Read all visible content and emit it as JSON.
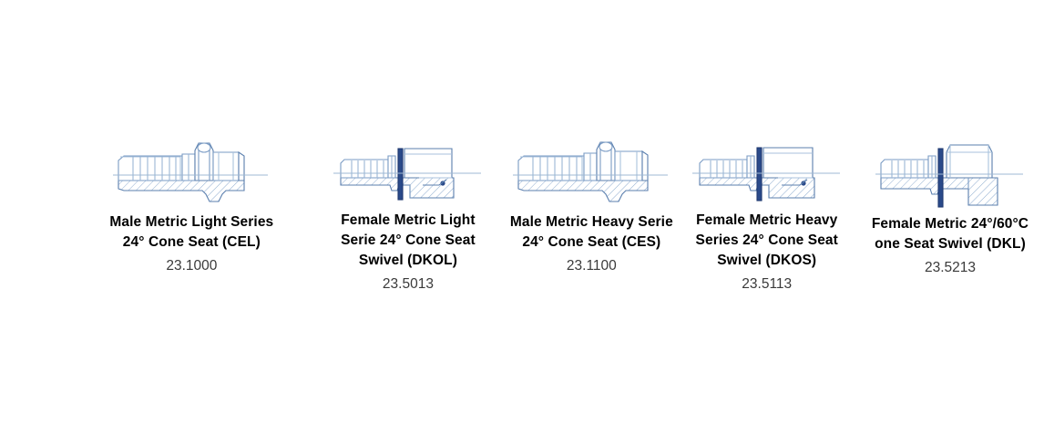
{
  "page": {
    "background_color": "#ffffff",
    "title_color": "#000000",
    "code_color": "#3a3a3a",
    "line_color": "#7a9bc4",
    "line_color_dark": "#5b7fae",
    "fill_light": "#f4f8fc",
    "fill_white": "#ffffff",
    "seal_color": "#2a4a8a",
    "hatch_color": "#8fadd0"
  },
  "products": [
    {
      "id": "cel",
      "title": "Male Metric Light Series\n24° Cone Seat (CEL)",
      "code": "23.1000",
      "art_name": "male-metric-light-series-fitting",
      "type": "male",
      "nut": "hex-narrow",
      "seal": false
    },
    {
      "id": "dkol",
      "title": "Female Metric Light\nSerie 24° Cone Seat\nSwivel (DKOL)",
      "code": "23.5013",
      "art_name": "female-metric-light-series-swivel-fitting",
      "type": "female",
      "nut": "hex-wide",
      "seal": true
    },
    {
      "id": "ces",
      "title": "Male Metric Heavy Serie\n24° Cone Seat (CES)",
      "code": "23.1100",
      "art_name": "male-metric-heavy-series-fitting",
      "type": "male",
      "nut": "hex-narrow",
      "seal": false
    },
    {
      "id": "dkos",
      "title": "Female Metric Heavy\nSeries 24° Cone Seat\nSwivel (DKOS)",
      "code": "23.5113",
      "art_name": "female-metric-heavy-series-swivel-fitting",
      "type": "female",
      "nut": "hex-wide",
      "seal": true
    },
    {
      "id": "dkl",
      "title": "Female Metric 24°/60°C\none Seat Swivel (DKL)",
      "code": "23.5213",
      "art_name": "female-metric-24-60-cone-seat-swivel-fitting",
      "type": "female",
      "nut": "hex-tall",
      "seal": true
    }
  ]
}
